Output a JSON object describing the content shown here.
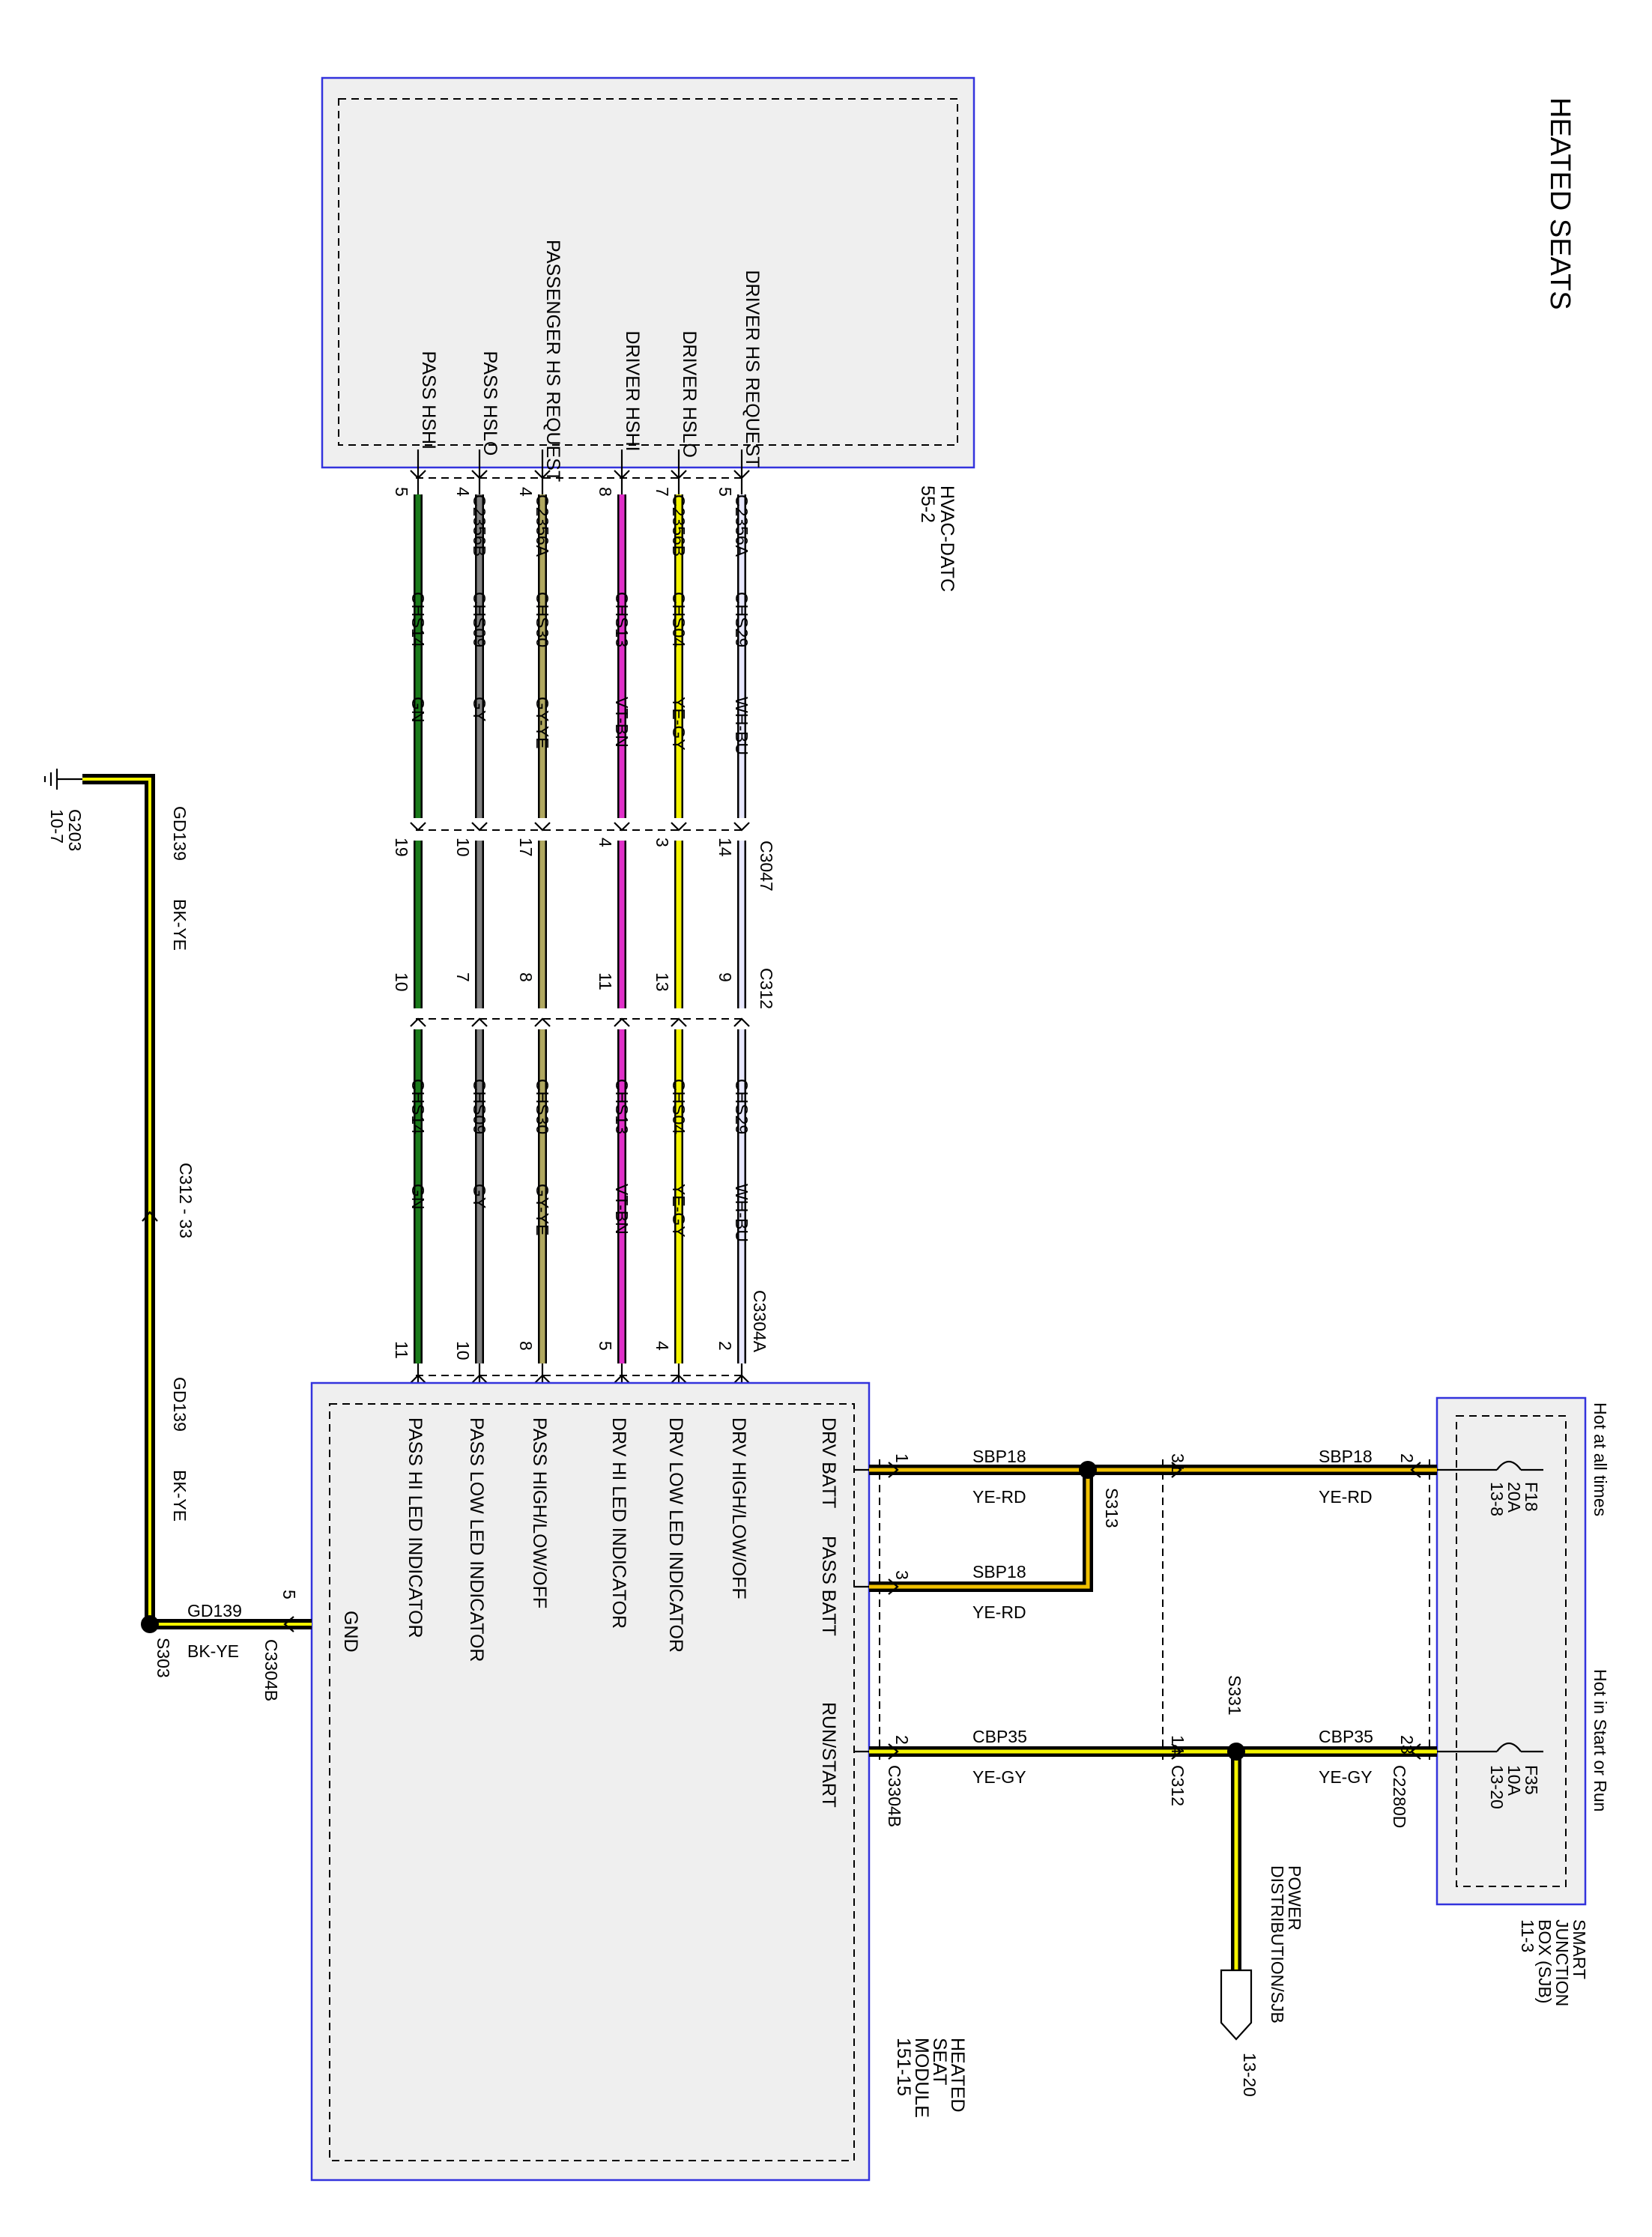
{
  "title": "HEATED SEATS",
  "hvac": {
    "name": "HVAC-DATC",
    "ref": "55-2",
    "pins": [
      {
        "signal": "DRIVER HS REQUEST",
        "pin": "5",
        "connector": "C2356A",
        "circuit": "CHS29",
        "color_code": "WH-BU",
        "wire_color": "#e8e8ff",
        "c3047_pin": "14",
        "c312_pin": "9",
        "c3304a_pin": "2",
        "c3304a_label": "C3304A",
        "hsm_signal": "DRV HIGH/LOW/OFF"
      },
      {
        "signal": "DRIVER HSLO",
        "pin": "7",
        "connector": "C2356B",
        "circuit": "CHS04",
        "color_code": "YE-GY",
        "wire_color": "#f4f400",
        "c3047_pin": "3",
        "c312_pin": "13",
        "c3304a_pin": "4",
        "c3304a_label": "",
        "hsm_signal": "DRV LOW LED INDICATOR"
      },
      {
        "signal": "DRIVER HSHI",
        "pin": "8",
        "connector": "",
        "circuit": "CHS13",
        "color_code": "VT-BN",
        "wire_color": "#e030c8",
        "c3047_pin": "4",
        "c312_pin": "11",
        "c3304a_pin": "5",
        "c3304a_label": "",
        "hsm_signal": "DRV HI LED INDICATOR"
      },
      {
        "signal": "PASSENGER HS REQUEST",
        "pin": "4",
        "connector": "C2356A",
        "circuit": "CHS30",
        "color_code": "GY-YE",
        "wire_color": "#b0a860",
        "c3047_pin": "17",
        "c312_pin": "8",
        "c3304a_pin": "8",
        "c3304a_label": "",
        "hsm_signal": "PASS HIGH/LOW/OFF"
      },
      {
        "signal": "PASS HSLO",
        "pin": "4",
        "connector": "C2356B",
        "circuit": "CHS09",
        "color_code": "GY",
        "wire_color": "#808080",
        "c3047_pin": "10",
        "c312_pin": "7",
        "c3304a_pin": "10",
        "c3304a_label": "",
        "hsm_signal": "PASS LOW LED INDICATOR"
      },
      {
        "signal": "PASS HSHI",
        "pin": "5",
        "connector": "",
        "circuit": "CHS14",
        "color_code": "GN",
        "wire_color": "#1a7a1a",
        "c3047_pin": "19",
        "c312_pin": "10",
        "c3304a_pin": "11",
        "c3304a_label": "",
        "hsm_signal": "PASS HI LED INDICATOR"
      }
    ]
  },
  "connectors": {
    "c3047": "C3047",
    "c312": "C312"
  },
  "hsm": {
    "name_lines": [
      "HEATED",
      "SEAT",
      "MODULE",
      "151-15"
    ],
    "gnd_label": "GND",
    "gnd_pin": "5",
    "gnd_connector": "C3304B",
    "drv_batt": "DRV BATT",
    "pass_batt": "PASS BATT",
    "run_start": "RUN/START",
    "drv_batt_pin": "1",
    "pass_batt_pin": "3",
    "run_start_pin": "2",
    "run_start_connector": "C3304B"
  },
  "ground": {
    "circuit": "GD139",
    "color_code": "BK-YE",
    "splice": "S303",
    "ground_id": "G203",
    "ground_ref": "10-7",
    "inline": "C312 -  33"
  },
  "power": {
    "hot_all_times": "Hot at all times",
    "hot_start_run": "Hot in Start or Run",
    "fuse_a": {
      "id": "F18",
      "amps": "20A",
      "ref": "13-8"
    },
    "fuse_b": {
      "id": "F35",
      "amps": "10A",
      "ref": "13-20"
    },
    "sjb_lines": [
      "SMART",
      "JUNCTION",
      "BOX (SJB)",
      "11-3"
    ],
    "sbp_circuit": "SBP18",
    "sbp_color": "YE-RD",
    "cbp_circuit": "CBP35",
    "cbp_color": "YE-GY",
    "sjb_pin_a": "2",
    "sjb_pin_b": "23",
    "sjb_connector": "C2280D",
    "c312_pin_a": "31",
    "c312_pin_b": "14",
    "c312_label": "C312",
    "splice_a": "S313",
    "splice_b": "S331",
    "pd_lines": [
      "POWER",
      "DISTRIBUTION/SJB"
    ],
    "pd_ref": "13-20"
  },
  "colors": {
    "box_border": "#3333dd",
    "box_fill": "#efefef",
    "wire_black": "#000000",
    "wire_yellow": "#f4f400",
    "wire_yellow_red": "#f0c000"
  }
}
